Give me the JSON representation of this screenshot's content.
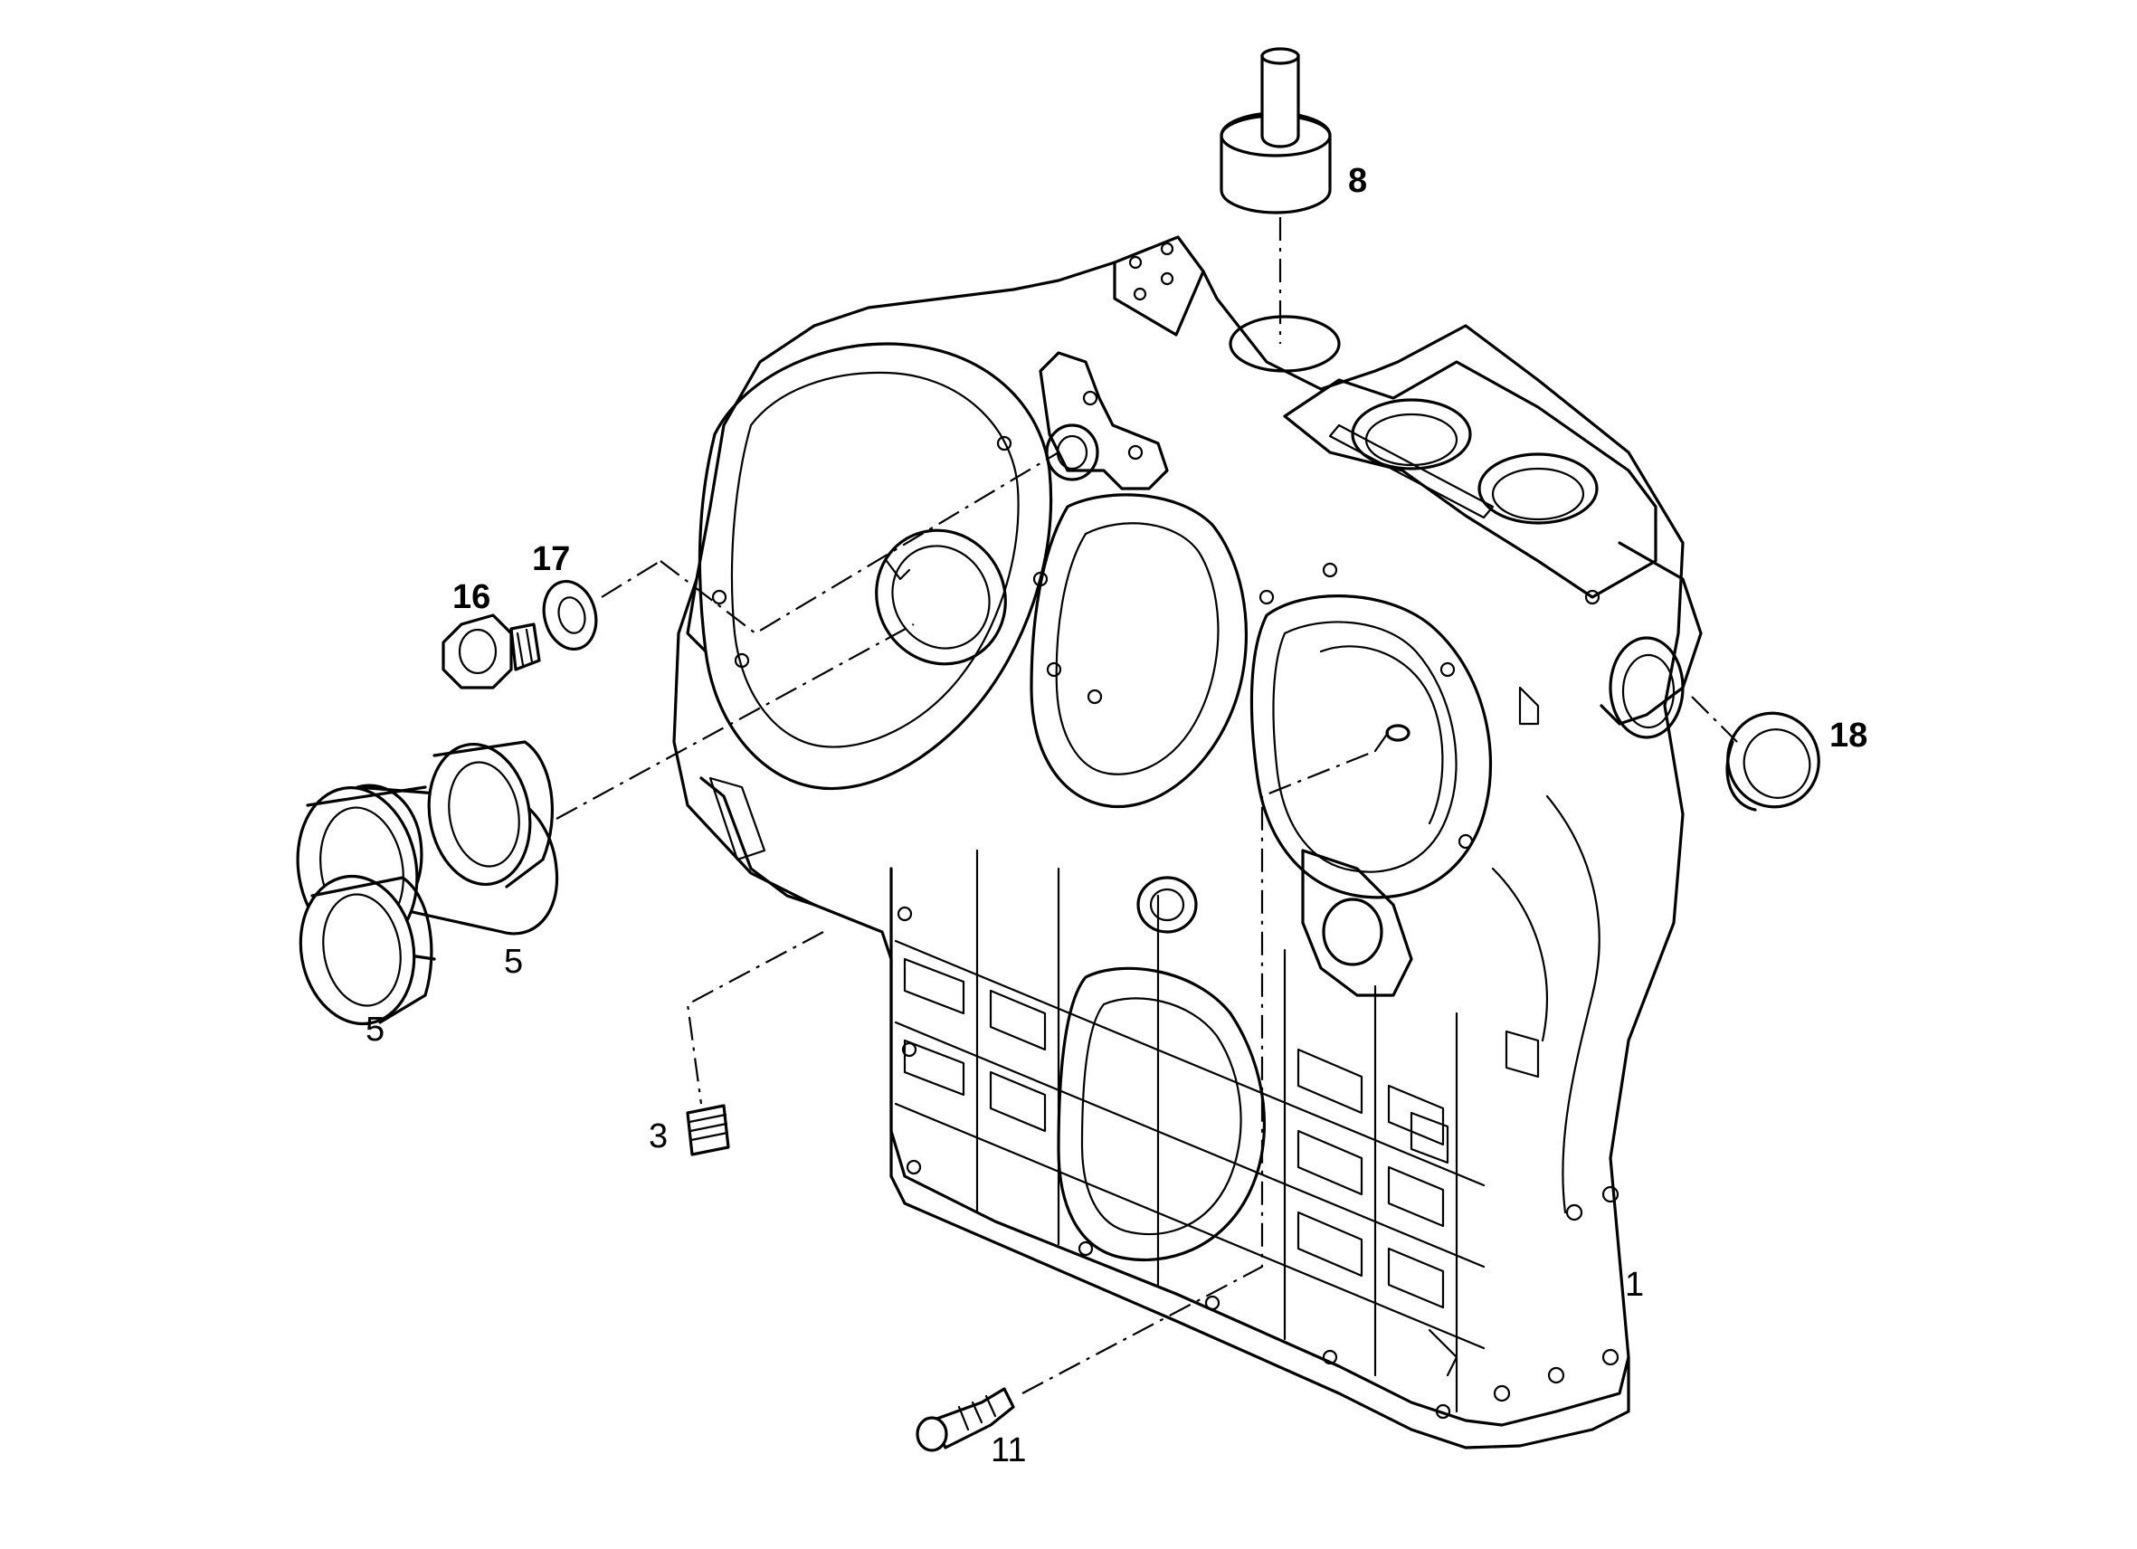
{
  "callouts": {
    "c1": "1",
    "c3": "3",
    "c5a": "5",
    "c5b": "5",
    "c8": "8",
    "c11": "11",
    "c16": "16",
    "c17": "17",
    "c18": "18"
  }
}
